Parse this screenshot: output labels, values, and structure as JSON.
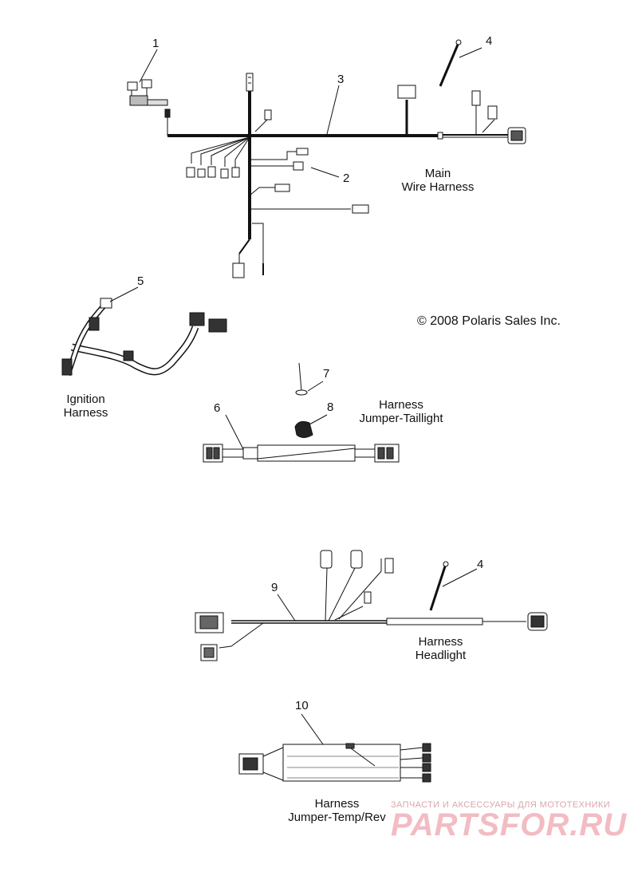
{
  "callouts": [
    "1",
    "2",
    "3",
    "4",
    "5",
    "6",
    "7",
    "8",
    "9",
    "4",
    "10"
  ],
  "captions": {
    "main": [
      "Main",
      "Wire Harness"
    ],
    "ignition": [
      "Ignition",
      "Harness"
    ],
    "taillight": [
      "Harness",
      "Jumper-Taillight"
    ],
    "headlight": [
      "Harness",
      "Headlight"
    ],
    "temp_rev": [
      "Harness",
      "Jumper-Temp/Rev"
    ]
  },
  "copyright": "© 2008 Polaris Sales Inc.",
  "watermark": {
    "tagline": "ЗАПЧАСТИ И АКСЕССУАРЫ ДЛЯ МОТОТЕХНИКИ",
    "brand": "PARTSFOR.RU"
  },
  "colors": {
    "line": "#111111",
    "watermark": "#f2bcc2"
  }
}
